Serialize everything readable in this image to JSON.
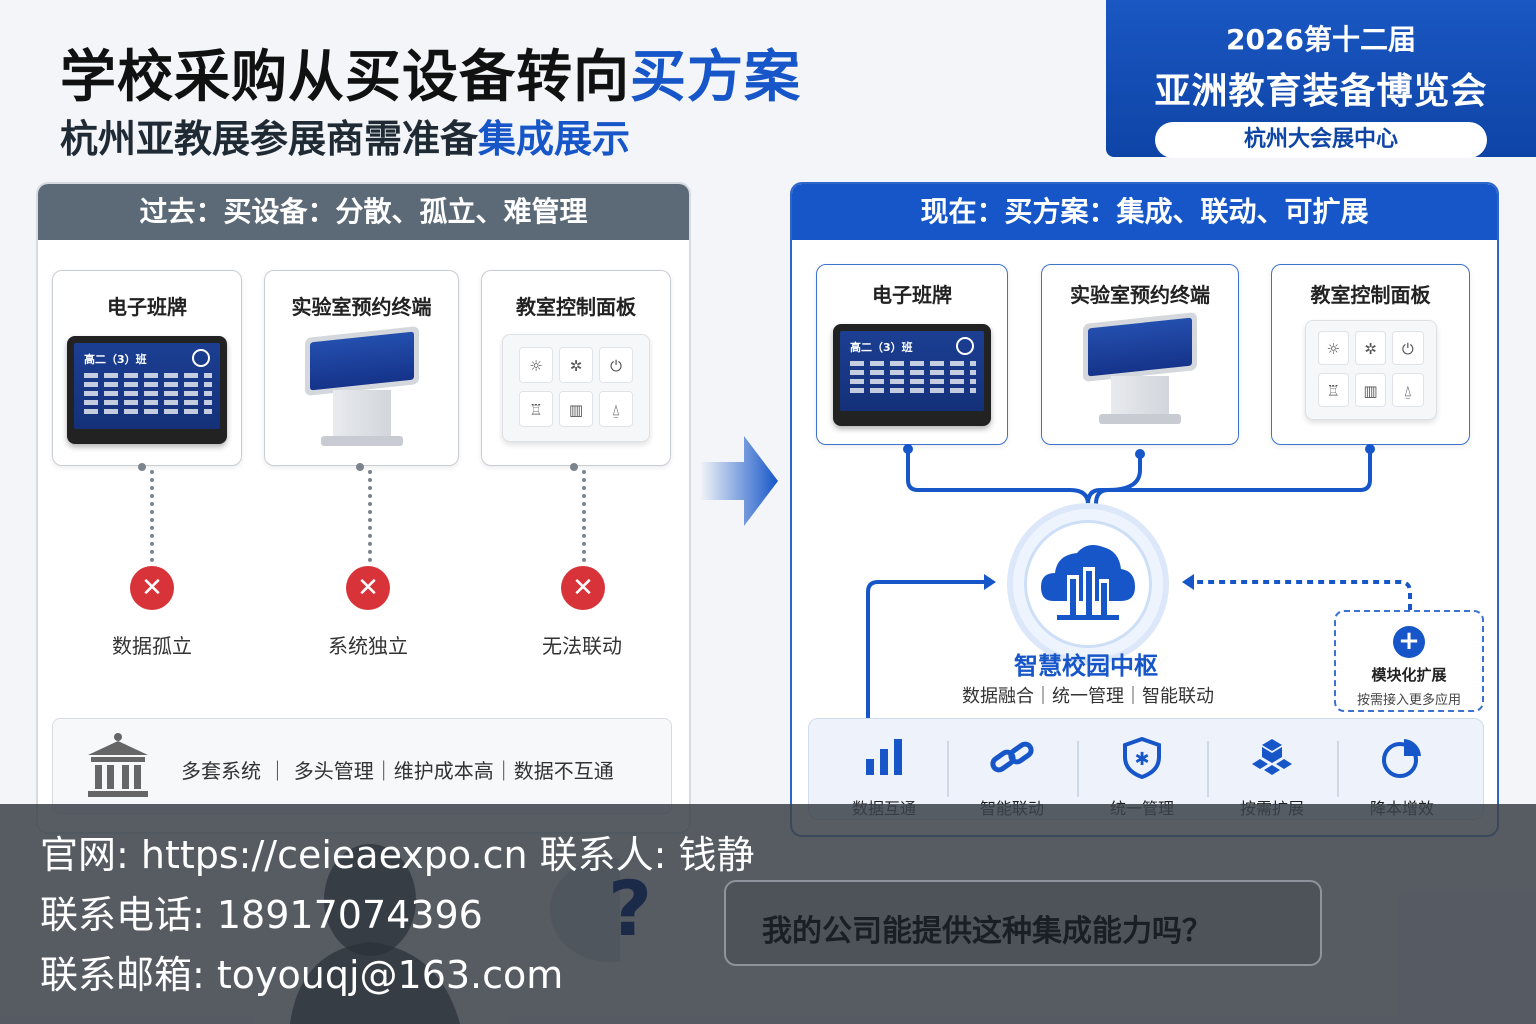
{
  "header": {
    "title_main": "学校采购从买设备转向",
    "title_accent": "买方案",
    "subtitle_main": "杭州亚教展参展商需准备",
    "subtitle_accent": "集成展示"
  },
  "expo": {
    "year_edition": "2026第十二届",
    "name": "亚洲教育装备博览会",
    "venue": "杭州大会展中心"
  },
  "left_panel": {
    "heading": "过去：买设备：分散、孤立、难管理",
    "cards": [
      {
        "title": "电子班牌",
        "screen_label": "高二（3）班"
      },
      {
        "title": "实验室预约终端"
      },
      {
        "title": "教室控制面板"
      }
    ],
    "problems": [
      "数据孤立",
      "系统独立",
      "无法联动"
    ],
    "bottom_text": "多套系统 ｜ 多头管理｜维护成本高｜数据不互通"
  },
  "right_panel": {
    "heading": "现在：买方案：集成、联动、可扩展",
    "cards": [
      {
        "title": "电子班牌",
        "screen_label": "高二（3）班"
      },
      {
        "title": "实验室预约终端"
      },
      {
        "title": "教室控制面板"
      }
    ],
    "hub": {
      "title": "智慧校园中枢",
      "subtitle": "数据融合｜统一管理｜智能联动"
    },
    "module": {
      "title": "模块化扩展",
      "subtitle": "按需接入更多应用"
    },
    "features": [
      {
        "label": "数据互通",
        "icon": "bar-chart-icon"
      },
      {
        "label": "智能联动",
        "icon": "link-icon"
      },
      {
        "label": "统一管理",
        "icon": "shield-icon"
      },
      {
        "label": "按需扩展",
        "icon": "cubes-icon"
      },
      {
        "label": "降本增效",
        "icon": "pie-chart-icon"
      }
    ]
  },
  "contact": {
    "line1": "官网: https://ceieaexpo.cn  联系人: 钱静",
    "line2": "联系电话: 18917074396",
    "line3": "联系邮箱: toyouqj@163.com"
  },
  "question": "我的公司能提供这种集成能力吗？",
  "colors": {
    "brand_blue": "#1656c8",
    "past_gray": "#5c6a78",
    "error_red": "#d73338"
  }
}
